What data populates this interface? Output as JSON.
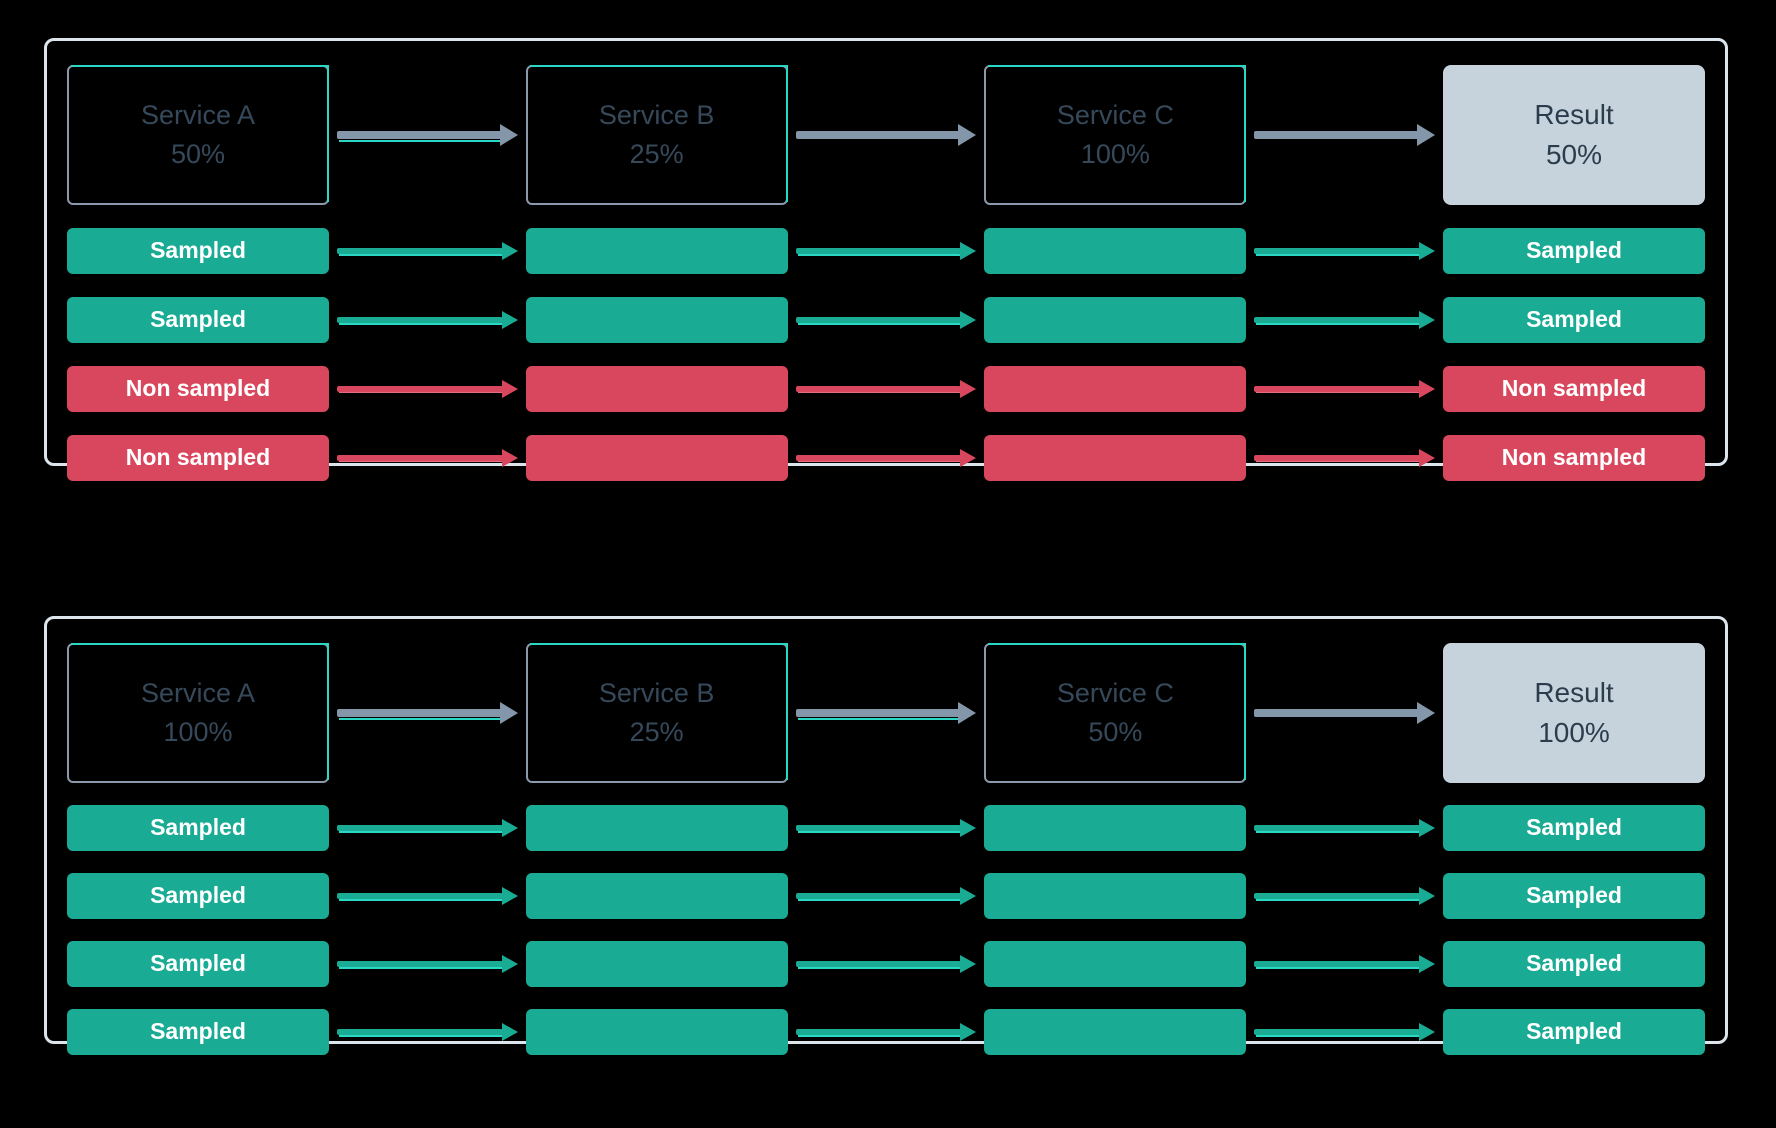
{
  "diagram": {
    "background_color": "#000000",
    "panel_border_color": "#dde5ec",
    "colors": {
      "sampled": "#1aab95",
      "non_sampled": "#d9475e",
      "service_arrow": "#8496a9",
      "result_fill": "#c7d3dc",
      "service_box_border": "#8b99ac",
      "service_box_accent": "#2ad6c4",
      "service_text": "#36495a",
      "result_text": "#2b3d4d"
    },
    "labels": {
      "sampled": "Sampled",
      "non_sampled": "Non sampled"
    }
  },
  "panels": [
    {
      "id": "panel-head-based-partial",
      "nodes": [
        {
          "name": "Service A",
          "percent": "50%",
          "type": "service"
        },
        {
          "name": "Service B",
          "percent": "25%",
          "type": "service"
        },
        {
          "name": "Service C",
          "percent": "100%",
          "type": "service"
        },
        {
          "name": "Result",
          "percent": "50%",
          "type": "result"
        }
      ],
      "flows": [
        {
          "status": "Sampled",
          "state": "sampled",
          "labeled": [
            true,
            false,
            false,
            true
          ]
        },
        {
          "status": "Sampled",
          "state": "sampled",
          "labeled": [
            true,
            false,
            false,
            true
          ]
        },
        {
          "status": "Non sampled",
          "state": "non-sampled",
          "labeled": [
            true,
            false,
            false,
            true
          ]
        },
        {
          "status": "Non sampled",
          "state": "non-sampled",
          "labeled": [
            true,
            false,
            false,
            true
          ]
        }
      ]
    },
    {
      "id": "panel-head-based-full",
      "nodes": [
        {
          "name": "Service A",
          "percent": "100%",
          "type": "service"
        },
        {
          "name": "Service B",
          "percent": "25%",
          "type": "service"
        },
        {
          "name": "Service C",
          "percent": "50%",
          "type": "service"
        },
        {
          "name": "Result",
          "percent": "100%",
          "type": "result"
        }
      ],
      "flows": [
        {
          "status": "Sampled",
          "state": "sampled",
          "labeled": [
            true,
            false,
            false,
            true
          ]
        },
        {
          "status": "Sampled",
          "state": "sampled",
          "labeled": [
            true,
            false,
            false,
            true
          ]
        },
        {
          "status": "Sampled",
          "state": "sampled",
          "labeled": [
            true,
            false,
            false,
            true
          ]
        },
        {
          "status": "Sampled",
          "state": "sampled",
          "labeled": [
            true,
            false,
            false,
            true
          ]
        }
      ]
    }
  ]
}
